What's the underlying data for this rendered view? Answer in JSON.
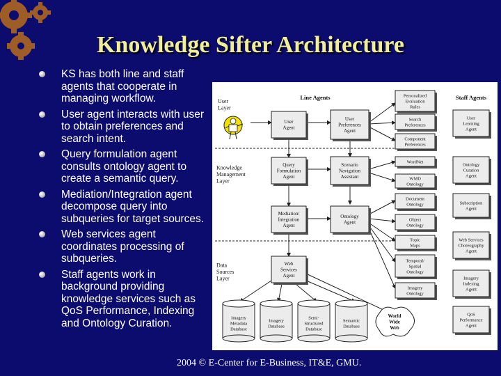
{
  "title": "Knowledge Sifter Architecture",
  "bullets": [
    "KS has both line and staff agents that cooperate in managing workflow.",
    "User agent interacts with user to obtain preferences and search intent.",
    "Query formulation agent consults ontology agent to create a semantic query.",
    "Mediation/Integration agent decompose query into subqueries for target sources.",
    "Web services agent coordinates processing of subqueries.",
    "Staff agents work in background providing knowledge services such as QoS Performance, Indexing and Ontology Curation."
  ],
  "footer": "2004 © E-Center for E-Business, IT&E, GMU.",
  "diagram": {
    "headers": {
      "line_agents": "Line Agents",
      "staff_agents": "Staff Agents"
    },
    "layers": {
      "user": [
        "User",
        "Layer"
      ],
      "knowledge": [
        "Knowledge",
        "Management",
        "Layer"
      ],
      "data": [
        "Data",
        "Sources",
        "Layer"
      ]
    },
    "line_agents": {
      "user_agent": [
        "User",
        "Agent"
      ],
      "user_preferences_agent": [
        "User",
        "Preferences",
        "Agent"
      ],
      "query_formulation_agent": [
        "Query",
        "Formulation",
        "Agent"
      ],
      "scenario_navigation_assistant": [
        "Scenario",
        "Navigation",
        "Assistant"
      ],
      "mediation_integration_agent": [
        "Mediation/",
        "Integration",
        "Agent"
      ],
      "ontology_agent": [
        "Ontology",
        "Agent"
      ],
      "web_services_agent": [
        "Web",
        "Services",
        "Agent"
      ]
    },
    "repositories": {
      "personalized_evaluation_rules": [
        "Personalized",
        "Evaluation",
        "Rules"
      ],
      "search_preferences": [
        "Search",
        "Preferences"
      ],
      "component_preferences": [
        "Component",
        "Preferences"
      ],
      "wordnet": [
        "WordNet"
      ],
      "wmd_ontology": [
        "WMD",
        "Ontology"
      ],
      "document_ontology": [
        "Document",
        "Ontology"
      ],
      "object_ontology": [
        "Object",
        "Ontology"
      ],
      "topic_maps": [
        "Topic",
        "Maps"
      ],
      "temporal_spatial_ontology": [
        "Temporal/",
        "Spatial",
        "Ontology"
      ],
      "imagery_ontology": [
        "Imagery",
        "Ontology"
      ]
    },
    "staff_agents": {
      "user_learning_agent": [
        "User",
        "Learning",
        "Agent"
      ],
      "ontology_curation_agent": [
        "Ontology",
        "Curation",
        "Agent"
      ],
      "subscription_agent": [
        "Subscription",
        "Agent"
      ],
      "web_services_choreography_agent": [
        "Web Services",
        "Choreography",
        "Agent"
      ],
      "imagery_indexing_agent": [
        "Imagery",
        "Indexing",
        "Agent"
      ],
      "qos_performance_agent": [
        "QoS",
        "Performance",
        "Agent"
      ]
    },
    "databases": {
      "imagery_metadata": [
        "Imagery",
        "Metadata",
        "Database"
      ],
      "imagery": [
        "Imagery",
        "Database"
      ],
      "semi_structured": [
        "Semi-",
        "Structured",
        "Database"
      ],
      "semantic": [
        "Semantic",
        "Database"
      ]
    },
    "www": [
      "World",
      "Wide",
      "Web"
    ],
    "colors": {
      "background": "#0c0c6e",
      "title": "#f1ee9a",
      "text": "#ffffff",
      "box_fill": "#ececec"
    }
  }
}
